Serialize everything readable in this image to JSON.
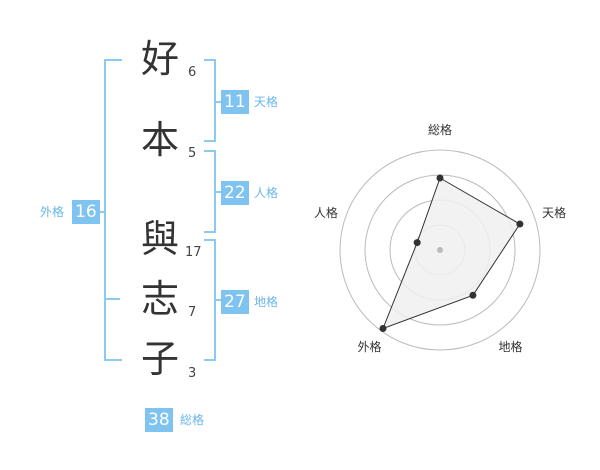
{
  "name": {
    "characters": [
      {
        "char": "好",
        "strokes": "6"
      },
      {
        "char": "本",
        "strokes": "5"
      },
      {
        "char": "與",
        "strokes": "17"
      },
      {
        "char": "志",
        "strokes": "7"
      },
      {
        "char": "子",
        "strokes": "3"
      }
    ]
  },
  "kaku": {
    "tenkaku": {
      "value": "11",
      "label": "天格"
    },
    "jinkaku": {
      "value": "22",
      "label": "人格"
    },
    "chikaku": {
      "value": "27",
      "label": "地格"
    },
    "gaikaku": {
      "value": "16",
      "label": "外格"
    },
    "soukaku": {
      "value": "38",
      "label": "総格"
    }
  },
  "chart_data": {
    "type": "radar",
    "axes": [
      "総格",
      "天格",
      "地格",
      "外格",
      "人格"
    ],
    "values": [
      0.72,
      0.84,
      0.56,
      0.97,
      0.24
    ],
    "range": [
      0,
      1
    ],
    "rings": 4,
    "colors": {
      "fill": "#f0f0f0",
      "stroke": "#333333",
      "ring": "#bbbbbb",
      "center": "#bbbbbb"
    }
  }
}
